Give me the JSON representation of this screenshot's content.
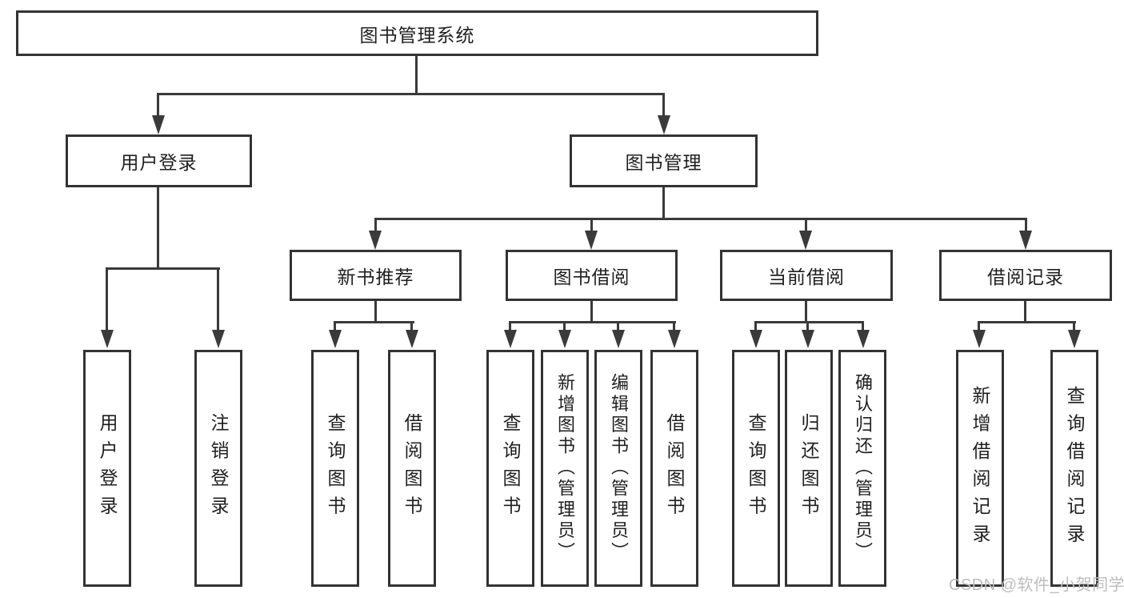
{
  "tree": {
    "label": "图书管理系统",
    "children": [
      {
        "label": "用户登录",
        "children": [
          {
            "label": "用户登录"
          },
          {
            "label": "注销登录"
          }
        ]
      },
      {
        "label": "图书管理",
        "children": [
          {
            "label": "新书推荐",
            "children": [
              {
                "label": "查询图书"
              },
              {
                "label": "借阅图书"
              }
            ]
          },
          {
            "label": "图书借阅",
            "children": [
              {
                "label": "查询图书"
              },
              {
                "label": "新增图书（管理员）"
              },
              {
                "label": "编辑图书（管理员）"
              },
              {
                "label": "借阅图书"
              }
            ]
          },
          {
            "label": "当前借阅",
            "children": [
              {
                "label": "查询图书"
              },
              {
                "label": "归还图书"
              },
              {
                "label": "确认归还（管理员）"
              }
            ]
          },
          {
            "label": "借阅记录",
            "children": [
              {
                "label": "新增借阅记录"
              },
              {
                "label": "查询借阅记录"
              }
            ]
          }
        ]
      }
    ]
  },
  "watermark": {
    "text": "CSDN @软件_小贺同学"
  },
  "colors": {
    "background": "#ffffff",
    "box_border": "#333333",
    "connector_line": "#3a3a3a",
    "text": "#1f1f1f",
    "watermark_text": "#bdbdbd"
  }
}
